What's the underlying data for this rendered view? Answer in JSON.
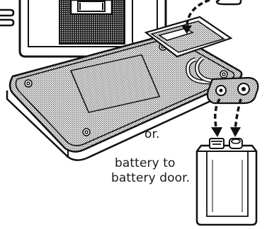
{
  "caption": {
    "line1": "or.",
    "line2": "battery to",
    "line3": "battery door."
  }
}
